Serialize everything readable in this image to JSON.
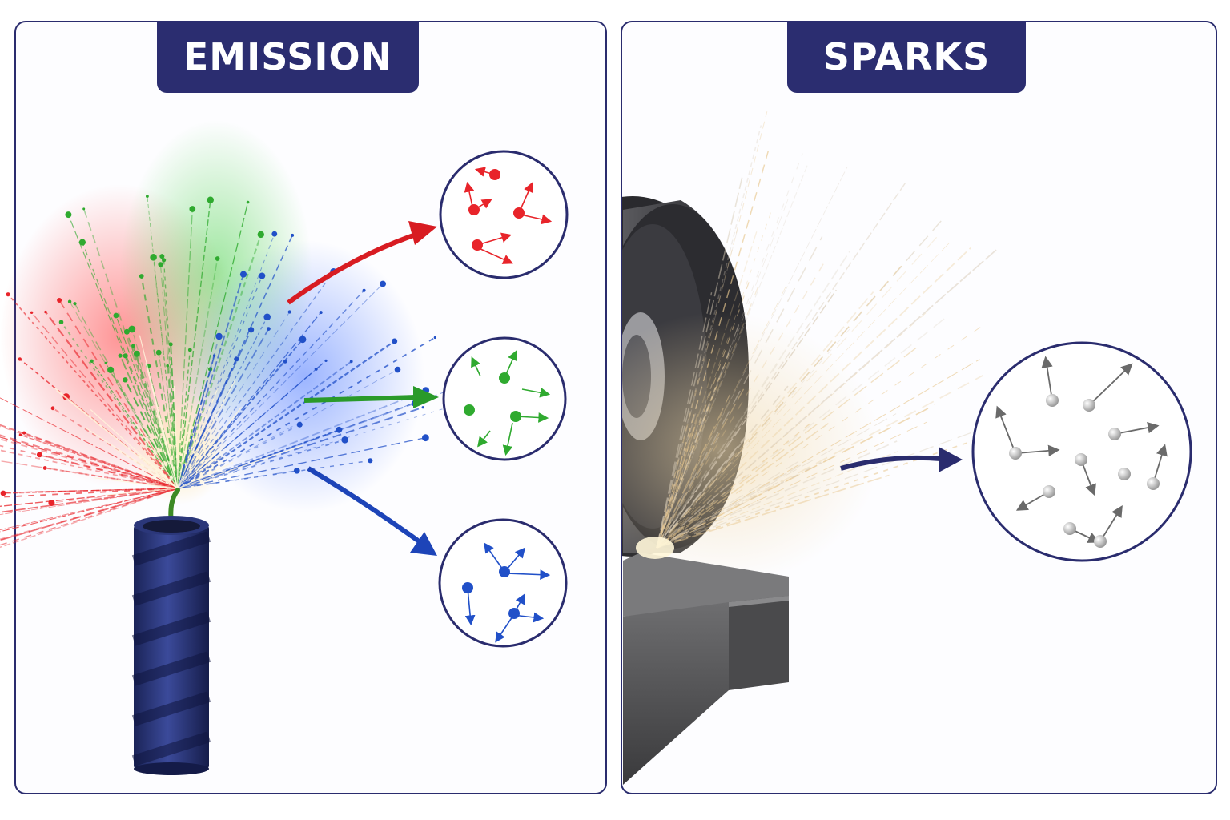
{
  "panels": [
    {
      "title": "EMISSION",
      "subject": "firework-tube",
      "spark_groups": [
        {
          "color": "red",
          "hex": "#e8242a"
        },
        {
          "color": "green",
          "hex": "#2faa2f"
        },
        {
          "color": "blue",
          "hex": "#2150c8"
        }
      ]
    },
    {
      "title": "SPARKS",
      "subject": "grinding-wheel",
      "spark_groups": [
        {
          "color": "gray",
          "hex": "#b5b5b5"
        }
      ]
    }
  ],
  "colors": {
    "frame": "#2a2c6e",
    "tab": "#2b2d70",
    "tube": "#23306e"
  }
}
